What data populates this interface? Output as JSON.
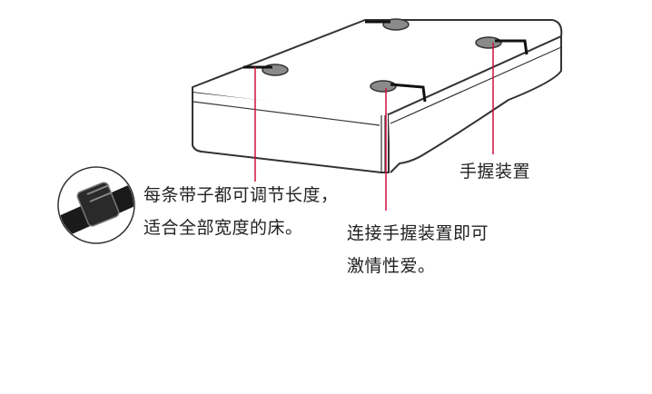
{
  "captions": {
    "handle": "手握装置",
    "strap_line1": "每条带子都可调节长度，",
    "strap_line2": "适合全部宽度的床。",
    "connect_line1": "连接手握装置即可",
    "connect_line2": "激情性爱。"
  },
  "colors": {
    "pointer": "#d0103a",
    "outline": "#333333",
    "handle": "#8a8a8a"
  }
}
